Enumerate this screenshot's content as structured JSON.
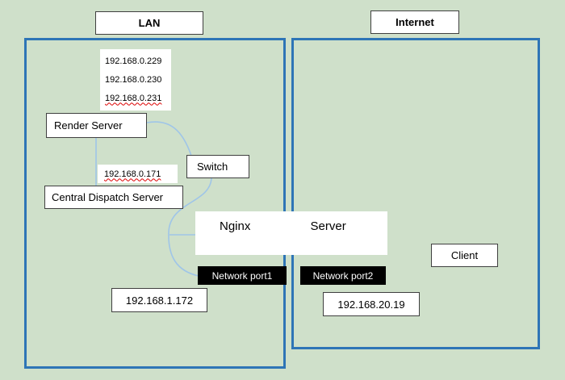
{
  "colors": {
    "background": "#cfe0ca",
    "region_border": "#2e75b6",
    "connector": "#9fc5e8",
    "port_background": "#000000",
    "port_text": "#ffffff",
    "node_background": "#ffffff",
    "node_border": "#3f3f3f"
  },
  "regions": {
    "lan_label": "LAN",
    "internet_label": "Internet"
  },
  "nodes": {
    "ip_list": [
      "192.168.0.229",
      "192.168.0.230",
      "192.168.0.231"
    ],
    "render_server_label": "Render Server",
    "dispatch_ip_label": "192.168.0.171",
    "central_dispatch_label": "Central Dispatch Server",
    "switch_label": "Switch",
    "nginx_label": "Nginx Server",
    "port1_label": "Network port1",
    "port2_label": "Network port2",
    "lan_ip_label": "192.168.1.172",
    "internet_ip_label": "192.168.20.19",
    "client_label": "Client"
  }
}
